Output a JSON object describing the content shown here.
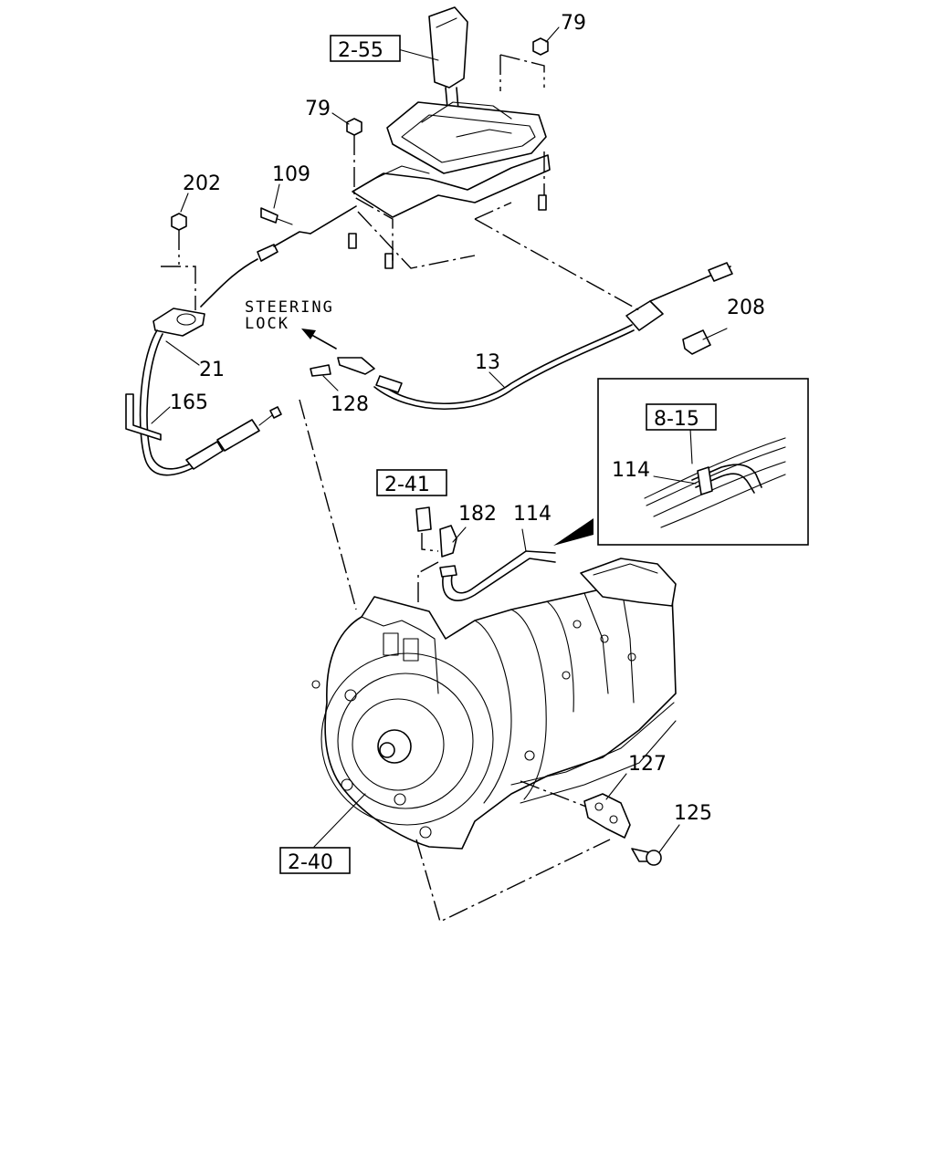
{
  "callouts": {
    "part_79_upper": "79",
    "part_79_lower": "79",
    "part_202": "202",
    "part_109": "109",
    "part_21": "21",
    "part_165": "165",
    "part_128": "128",
    "part_13": "13",
    "part_208": "208",
    "part_114_inset": "114",
    "part_182": "182",
    "part_114_main": "114",
    "part_127": "127",
    "part_125": "125"
  },
  "references": {
    "ref_2_55": "2-55",
    "ref_2_41": "2-41",
    "ref_8_15": "8-15",
    "ref_2_40": "2-40"
  },
  "annotations": {
    "steering_lock_line1": "STEERING",
    "steering_lock_line2": "LOCK"
  }
}
